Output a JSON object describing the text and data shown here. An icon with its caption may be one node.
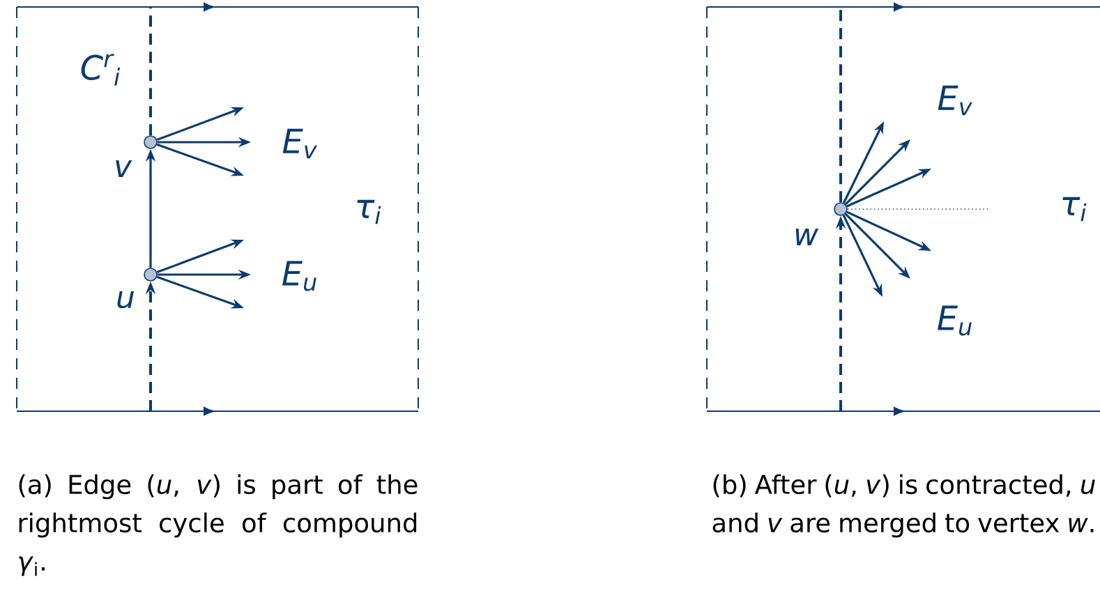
{
  "diagram": {
    "nodes": [
      {
        "text": [],
        "shape": "circle",
        "beside": [
          "u"
        ]
      },
      {
        "text": [],
        "shape": "circle",
        "beside": [
          "v"
        ]
      },
      {
        "text": [],
        "shape": "circle",
        "beside": [
          "w"
        ]
      }
    ],
    "edges": [
      {
        "from": null,
        "to": 0,
        "arrow": "to",
        "style": "dashed"
      },
      {
        "from": 0,
        "to": 1,
        "arrow": "to"
      },
      {
        "from": 1,
        "to": null,
        "arrow": "none",
        "style": "dashed"
      },
      {
        "from": 1,
        "to": null,
        "arrow": "to"
      },
      {
        "from": 1,
        "to": null,
        "arrow": "to"
      },
      {
        "from": 1,
        "to": null,
        "arrow": "to"
      },
      {
        "from": 0,
        "to": null,
        "arrow": "to"
      },
      {
        "from": 0,
        "to": null,
        "arrow": "to"
      },
      {
        "from": 0,
        "to": null,
        "arrow": "to"
      },
      {
        "from": null,
        "to": 2,
        "arrow": "to",
        "style": "dashed"
      },
      {
        "from": 2,
        "to": null,
        "arrow": "none",
        "style": "dashed"
      },
      {
        "from": 2,
        "to": null,
        "arrow": "to"
      },
      {
        "from": 2,
        "to": null,
        "arrow": "to"
      },
      {
        "from": 2,
        "to": null,
        "arrow": "to"
      },
      {
        "from": 2,
        "to": null,
        "arrow": "to"
      },
      {
        "from": 2,
        "to": null,
        "arrow": "to"
      },
      {
        "from": 2,
        "to": null,
        "arrow": "to"
      }
    ],
    "labels": [
      "C$^{r}$$_{i}$",
      "E$_{v}$",
      "E$_{u}$",
      "τ$_{i}$",
      "E$_{v}$",
      "τ$_{i}$",
      "E$_{u}$",
      "(a) Edge (*u*, *v*) is part of the rightmost cycle of compound *γ*$_{i}$.",
      "(b) After (*u*, *v*) is contracted, *u* and *v* are merged to vertex *w*."
    ]
  }
}
